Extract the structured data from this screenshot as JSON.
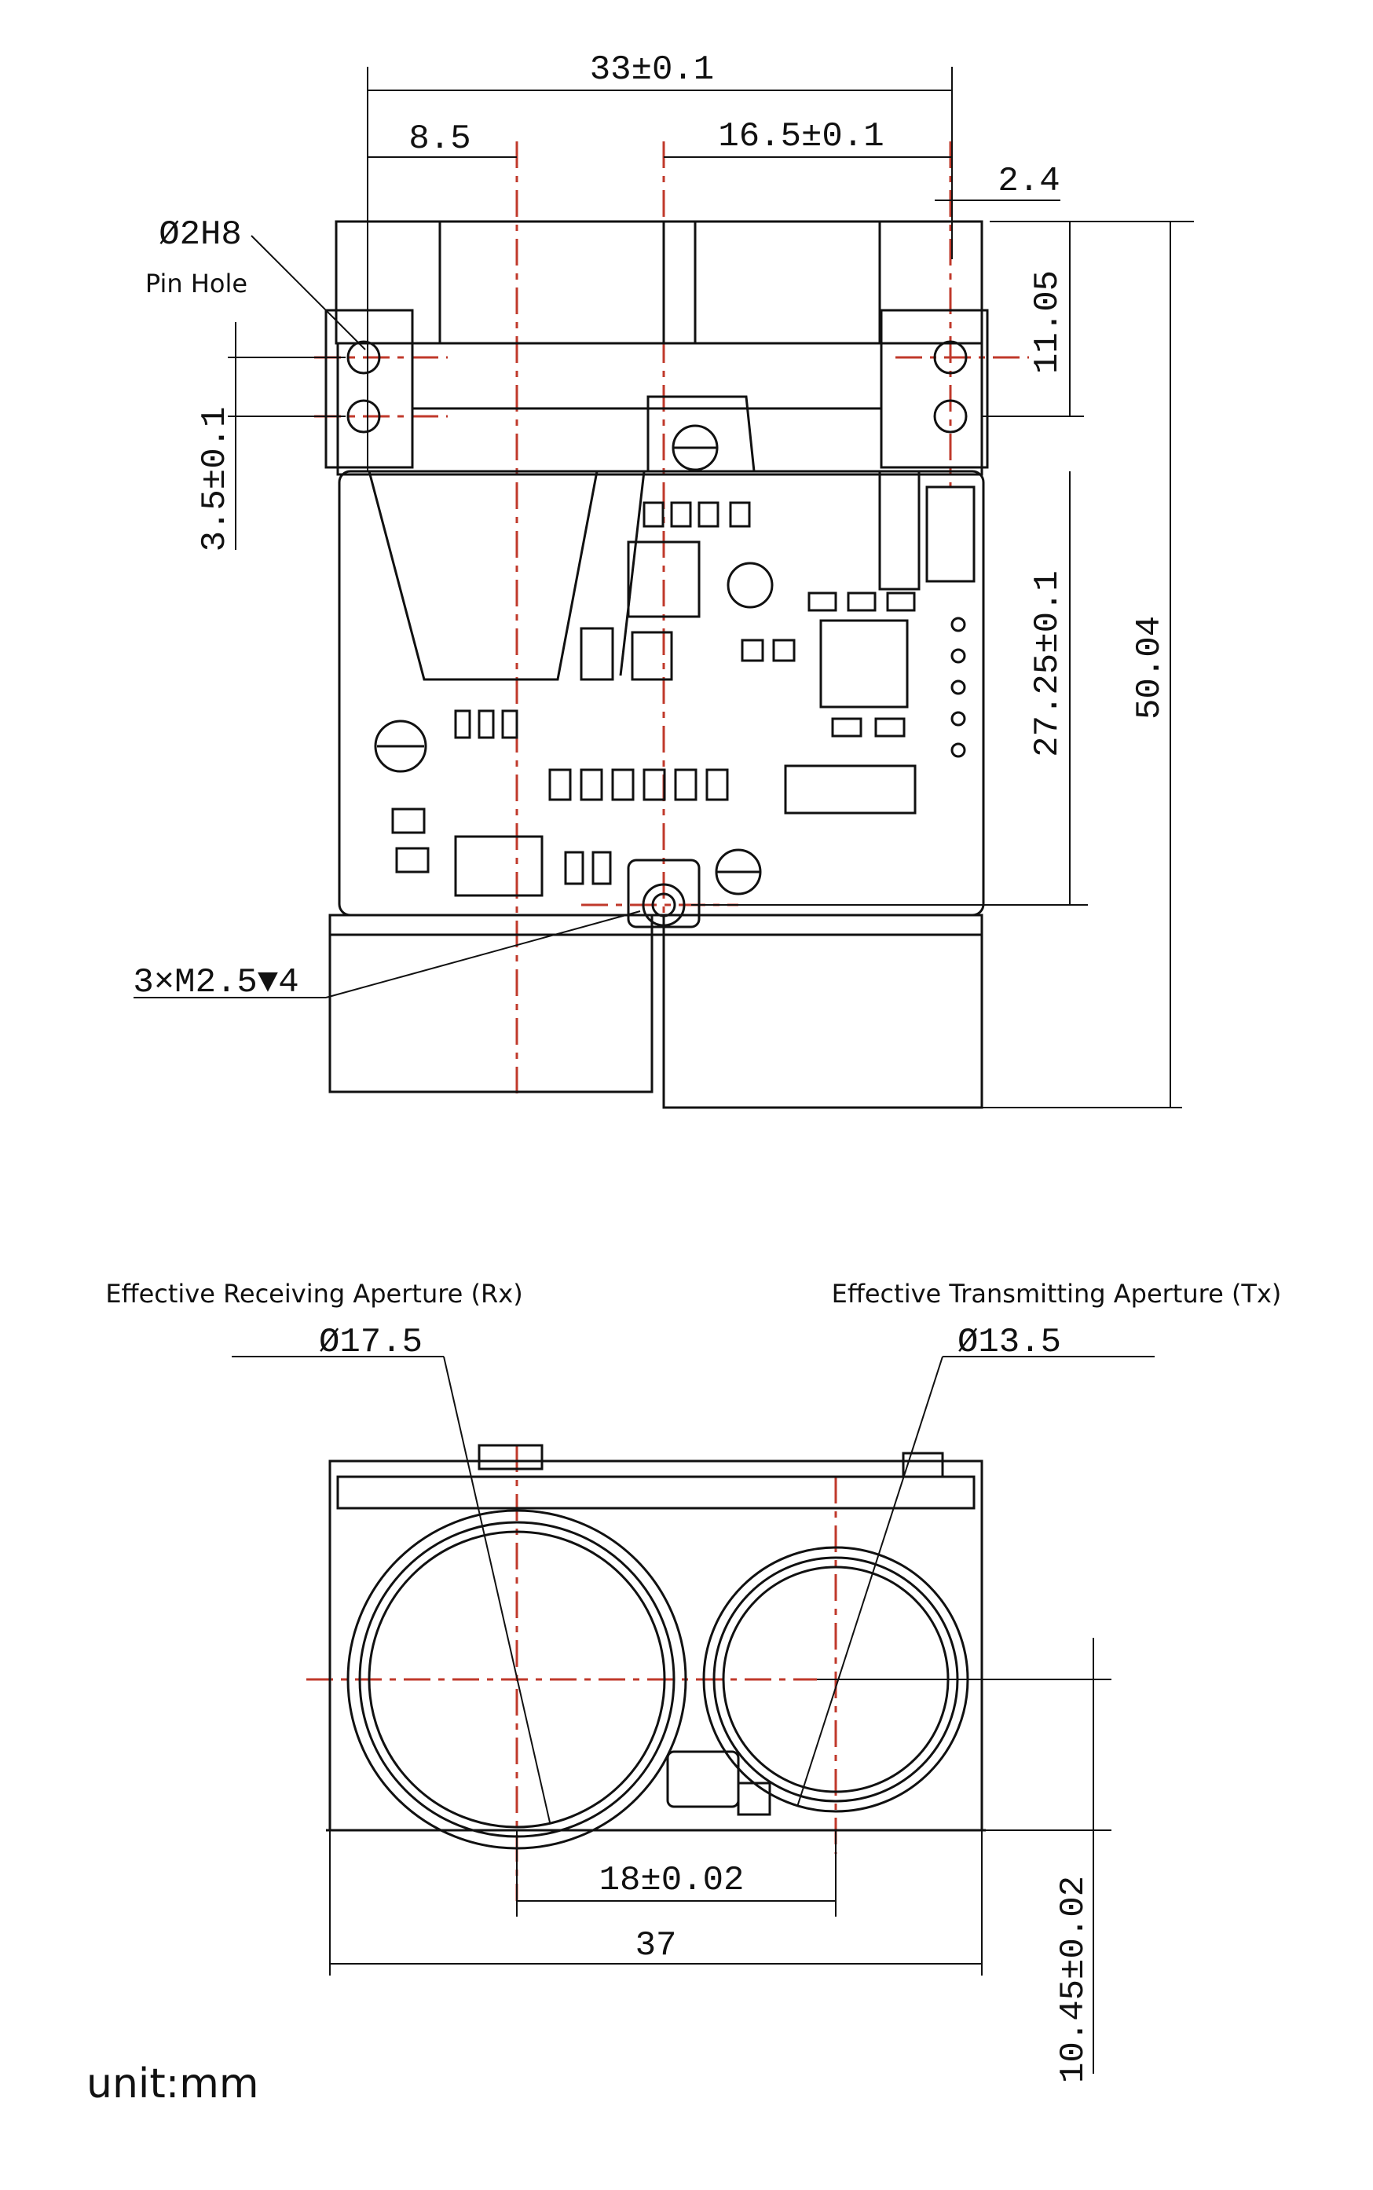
{
  "top_view": {
    "labels": {
      "total_width": "33±0.1",
      "left_center_offset": "8.5",
      "right_center_offset": "16.5±0.1",
      "right_edge_offset": "2.4",
      "pin_hole_dim": "Ø2H8",
      "pin_hole_label": "Pin Hole",
      "pin_spacing": "3.5±0.1",
      "pin_to_top": "11.05",
      "hole_spacing": "27.25±0.1",
      "total_height": "50.04",
      "mount_holes": "3×M2.5▼4"
    }
  },
  "front_view": {
    "labels": {
      "rx_caption": "Effective Receiving Aperture (Rx)",
      "tx_caption": "Effective Transmitting Aperture (Tx)",
      "rx_diameter": "Ø17.5",
      "tx_diameter": "Ø13.5",
      "aperture_spacing": "18±0.02",
      "total_width": "37",
      "axis_height": "10.45±0.02"
    }
  },
  "unit_label": "unit:mm",
  "colors": {
    "line": "#111111",
    "centerline": "#c0392b",
    "background": "#ffffff"
  }
}
